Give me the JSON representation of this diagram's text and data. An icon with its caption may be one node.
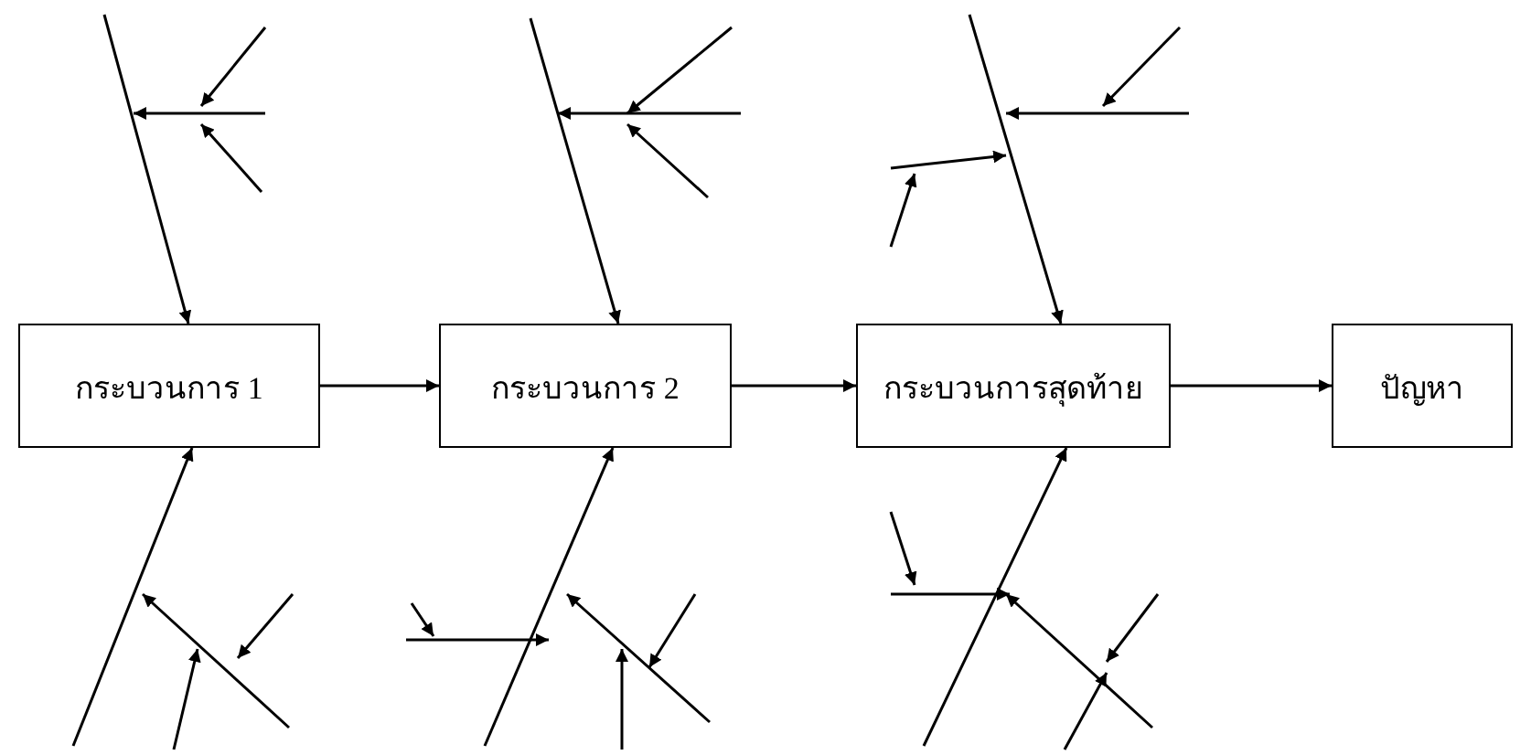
{
  "diagram": {
    "nodes": [
      {
        "text": [
          "กระบวนการ 1"
        ]
      },
      {
        "text": [
          "กระบวนการ 2"
        ]
      },
      {
        "text": [
          "กระบวนการสุดท้าย"
        ]
      },
      {
        "text": [
          "ปัญหา"
        ]
      }
    ],
    "edges": [
      {
        "from": 0,
        "to": 1,
        "arrow": "to"
      },
      {
        "from": 1,
        "to": 2,
        "arrow": "to"
      },
      {
        "from": 2,
        "to": 3,
        "arrow": "to"
      },
      {
        "from": null,
        "to": 0,
        "arrow": "to"
      },
      {
        "from": null,
        "to": 0,
        "arrow": "to"
      },
      {
        "from": null,
        "to": 1,
        "arrow": "to"
      },
      {
        "from": null,
        "to": 1,
        "arrow": "to"
      },
      {
        "from": null,
        "to": 2,
        "arrow": "to"
      },
      {
        "from": null,
        "to": 2,
        "arrow": "to"
      }
    ]
  }
}
